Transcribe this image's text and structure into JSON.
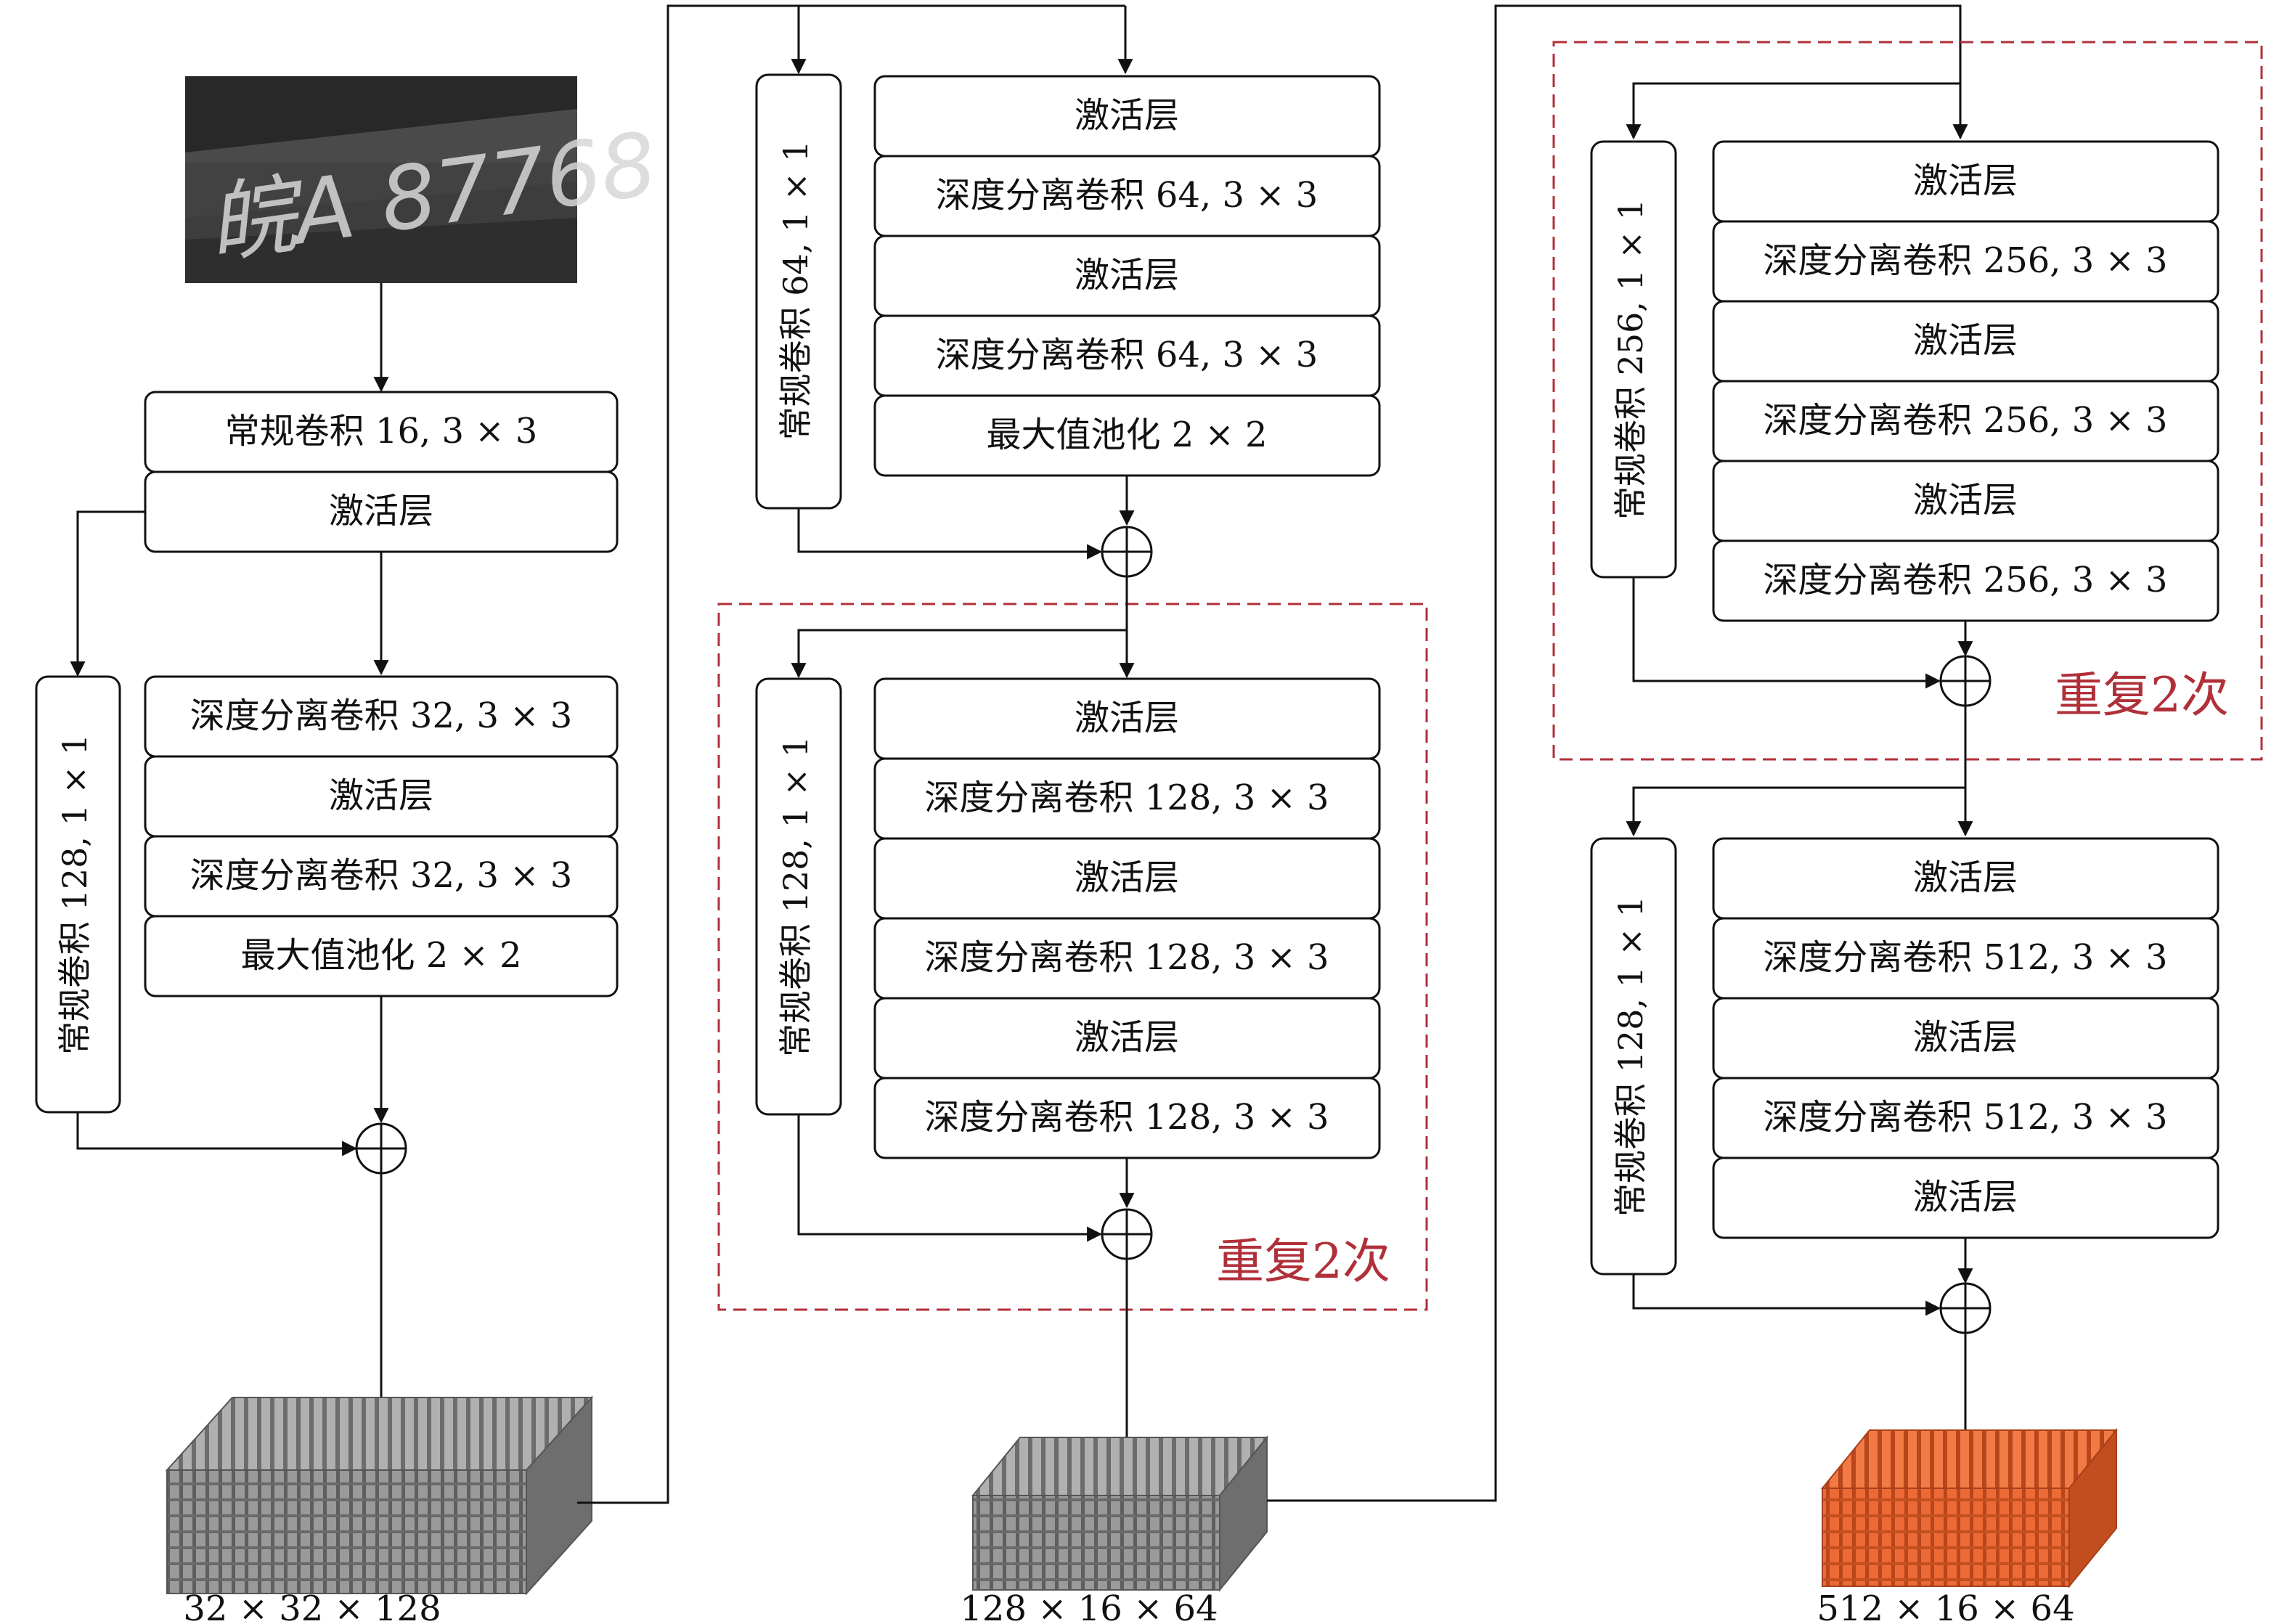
{
  "colors": {
    "line": "#111111",
    "repeat": "#b0303a",
    "tensor_gray": "#8c8c8c",
    "tensor_output": "#e8602c"
  },
  "input_image": {
    "icon": "license-plate-image",
    "plate_text": "皖A 87768"
  },
  "col1": {
    "conv_first": "常规卷积 16, 3 × 3",
    "act_first": "激活层",
    "side_conv": "常规卷积 128, 1 × 1",
    "dsc_a": "深度分离卷积 32, 3 × 3",
    "act_a": "激活层",
    "dsc_b": "深度分离卷积 32, 3 × 3",
    "pool": "最大值池化 2 × 2",
    "tensor_label": "32 × 32 × 128"
  },
  "col2": {
    "side_top": "常规卷积 64, 1 × 1",
    "top_blocks": [
      "激活层",
      "深度分离卷积 64, 3 × 3",
      "激活层",
      "深度分离卷积 64, 3 × 3",
      "最大值池化 2 × 2"
    ],
    "side_rep": "常规卷积 128, 1 × 1",
    "rep_blocks": [
      "激活层",
      "深度分离卷积 128, 3 × 3",
      "激活层",
      "深度分离卷积 128, 3 × 3",
      "激活层",
      "深度分离卷积 128, 3 × 3"
    ],
    "repeat_label": "重复2次",
    "tensor_label": "128 × 16 × 64"
  },
  "col3": {
    "side_rep": "常规卷积 256, 1 × 1",
    "rep_blocks": [
      "激活层",
      "深度分离卷积 256, 3 × 3",
      "激活层",
      "深度分离卷积 256, 3 × 3",
      "激活层",
      "深度分离卷积 256, 3 × 3"
    ],
    "repeat_label": "重复2次",
    "side_bottom": "常规卷积 128, 1 × 1",
    "bottom_blocks": [
      "激活层",
      "深度分离卷积 512, 3 × 3",
      "激活层",
      "深度分离卷积 512, 3 × 3",
      "激活层"
    ],
    "tensor_label": "512 × 16 × 64"
  }
}
